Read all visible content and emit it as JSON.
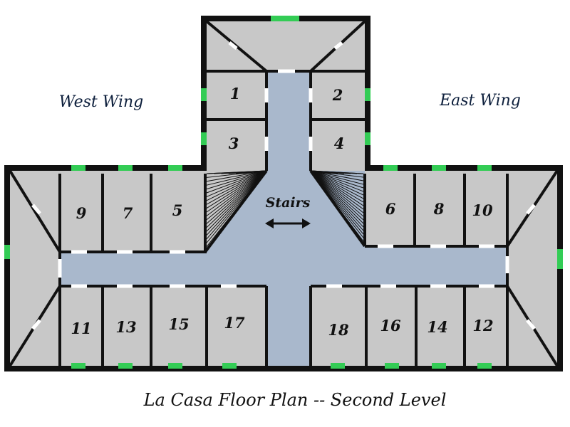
{
  "labels": {
    "west_wing": "West Wing",
    "east_wing": "East Wing",
    "stairs": "Stairs",
    "title": "La Casa Floor Plan -- Second Level"
  },
  "rooms": {
    "r1": "1",
    "r2": "2",
    "r3": "3",
    "r4": "4",
    "r5": "5",
    "r6": "6",
    "r7": "7",
    "r8": "8",
    "r9": "9",
    "r10": "10",
    "r11": "11",
    "r12": "12",
    "r13": "13",
    "r14": "14",
    "r15": "15",
    "r16": "16",
    "r17": "17",
    "r18": "18"
  },
  "colors": {
    "wall": "#111111",
    "room": "#c8c8c8",
    "hall": "#a9b8cc",
    "window": "#33cc55",
    "door": "#ffffff"
  }
}
